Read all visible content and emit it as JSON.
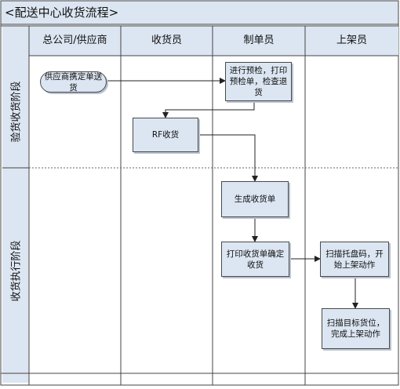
{
  "title": "<配送中心收货流程>",
  "lanes": [
    {
      "label": "总公司/供应商"
    },
    {
      "label": "收货员"
    },
    {
      "label": "制单员"
    },
    {
      "label": "上架员"
    }
  ],
  "phases": [
    {
      "label": "验货收货阶段"
    },
    {
      "label": "收货执行阶段"
    }
  ],
  "nodes": {
    "supplier_ship": {
      "label": "供应商携定单送货",
      "shape": "terminal"
    },
    "pre_inspect": {
      "label": "进行预检，打印预检单，检查退货",
      "shape": "process"
    },
    "rf_receive": {
      "label": "RF收货",
      "shape": "process"
    },
    "gen_receipt": {
      "label": "生成收货单",
      "shape": "process"
    },
    "print_receipt": {
      "label": "打印收货单确定收货",
      "shape": "process"
    },
    "scan_pallet": {
      "label": "扫描托盘码，开始上架动作",
      "shape": "process"
    },
    "scan_target": {
      "label": "扫描目标货位，完成上架动作",
      "shape": "process"
    }
  },
  "edges": [
    {
      "from": "supplier_ship",
      "to": "pre_inspect"
    },
    {
      "from": "pre_inspect",
      "to": "rf_receive"
    },
    {
      "from": "rf_receive",
      "to": "gen_receipt"
    },
    {
      "from": "gen_receipt",
      "to": "print_receipt"
    },
    {
      "from": "print_receipt",
      "to": "scan_pallet"
    },
    {
      "from": "scan_pallet",
      "to": "scan_target"
    }
  ],
  "colors": {
    "header_fill": "#dce6f2",
    "node_fill": "#dce6f2",
    "line": "#333333"
  }
}
